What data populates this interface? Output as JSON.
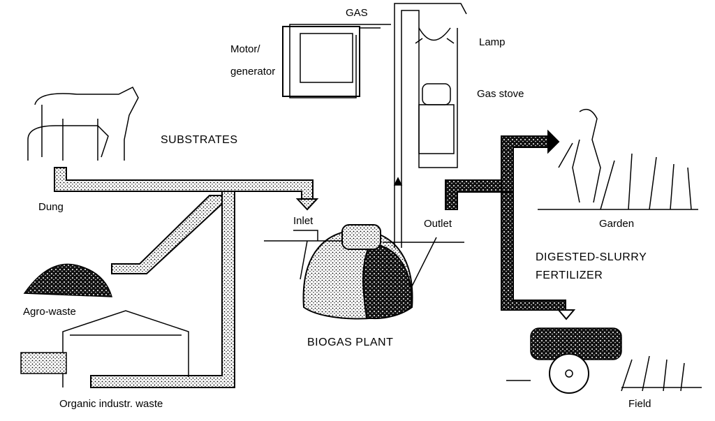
{
  "labels": {
    "gas": "GAS",
    "motor_line1": "Motor/",
    "motor_line2": "generator",
    "lamp": "Lamp",
    "gas_stove": "Gas stove",
    "substrates": "SUBSTRATES",
    "dung": "Dung",
    "inlet": "Inlet",
    "outlet": "Outlet",
    "garden": "Garden",
    "fertilizer_line1": "DIGESTED-SLURRY",
    "fertilizer_line2": "FERTILIZER",
    "agro_waste": "Agro-waste",
    "biogas_plant": "BIOGAS PLANT",
    "organic_waste": "Organic industr. waste",
    "field": "Field"
  },
  "colors": {
    "ink": "#000000",
    "background": "#ffffff"
  }
}
